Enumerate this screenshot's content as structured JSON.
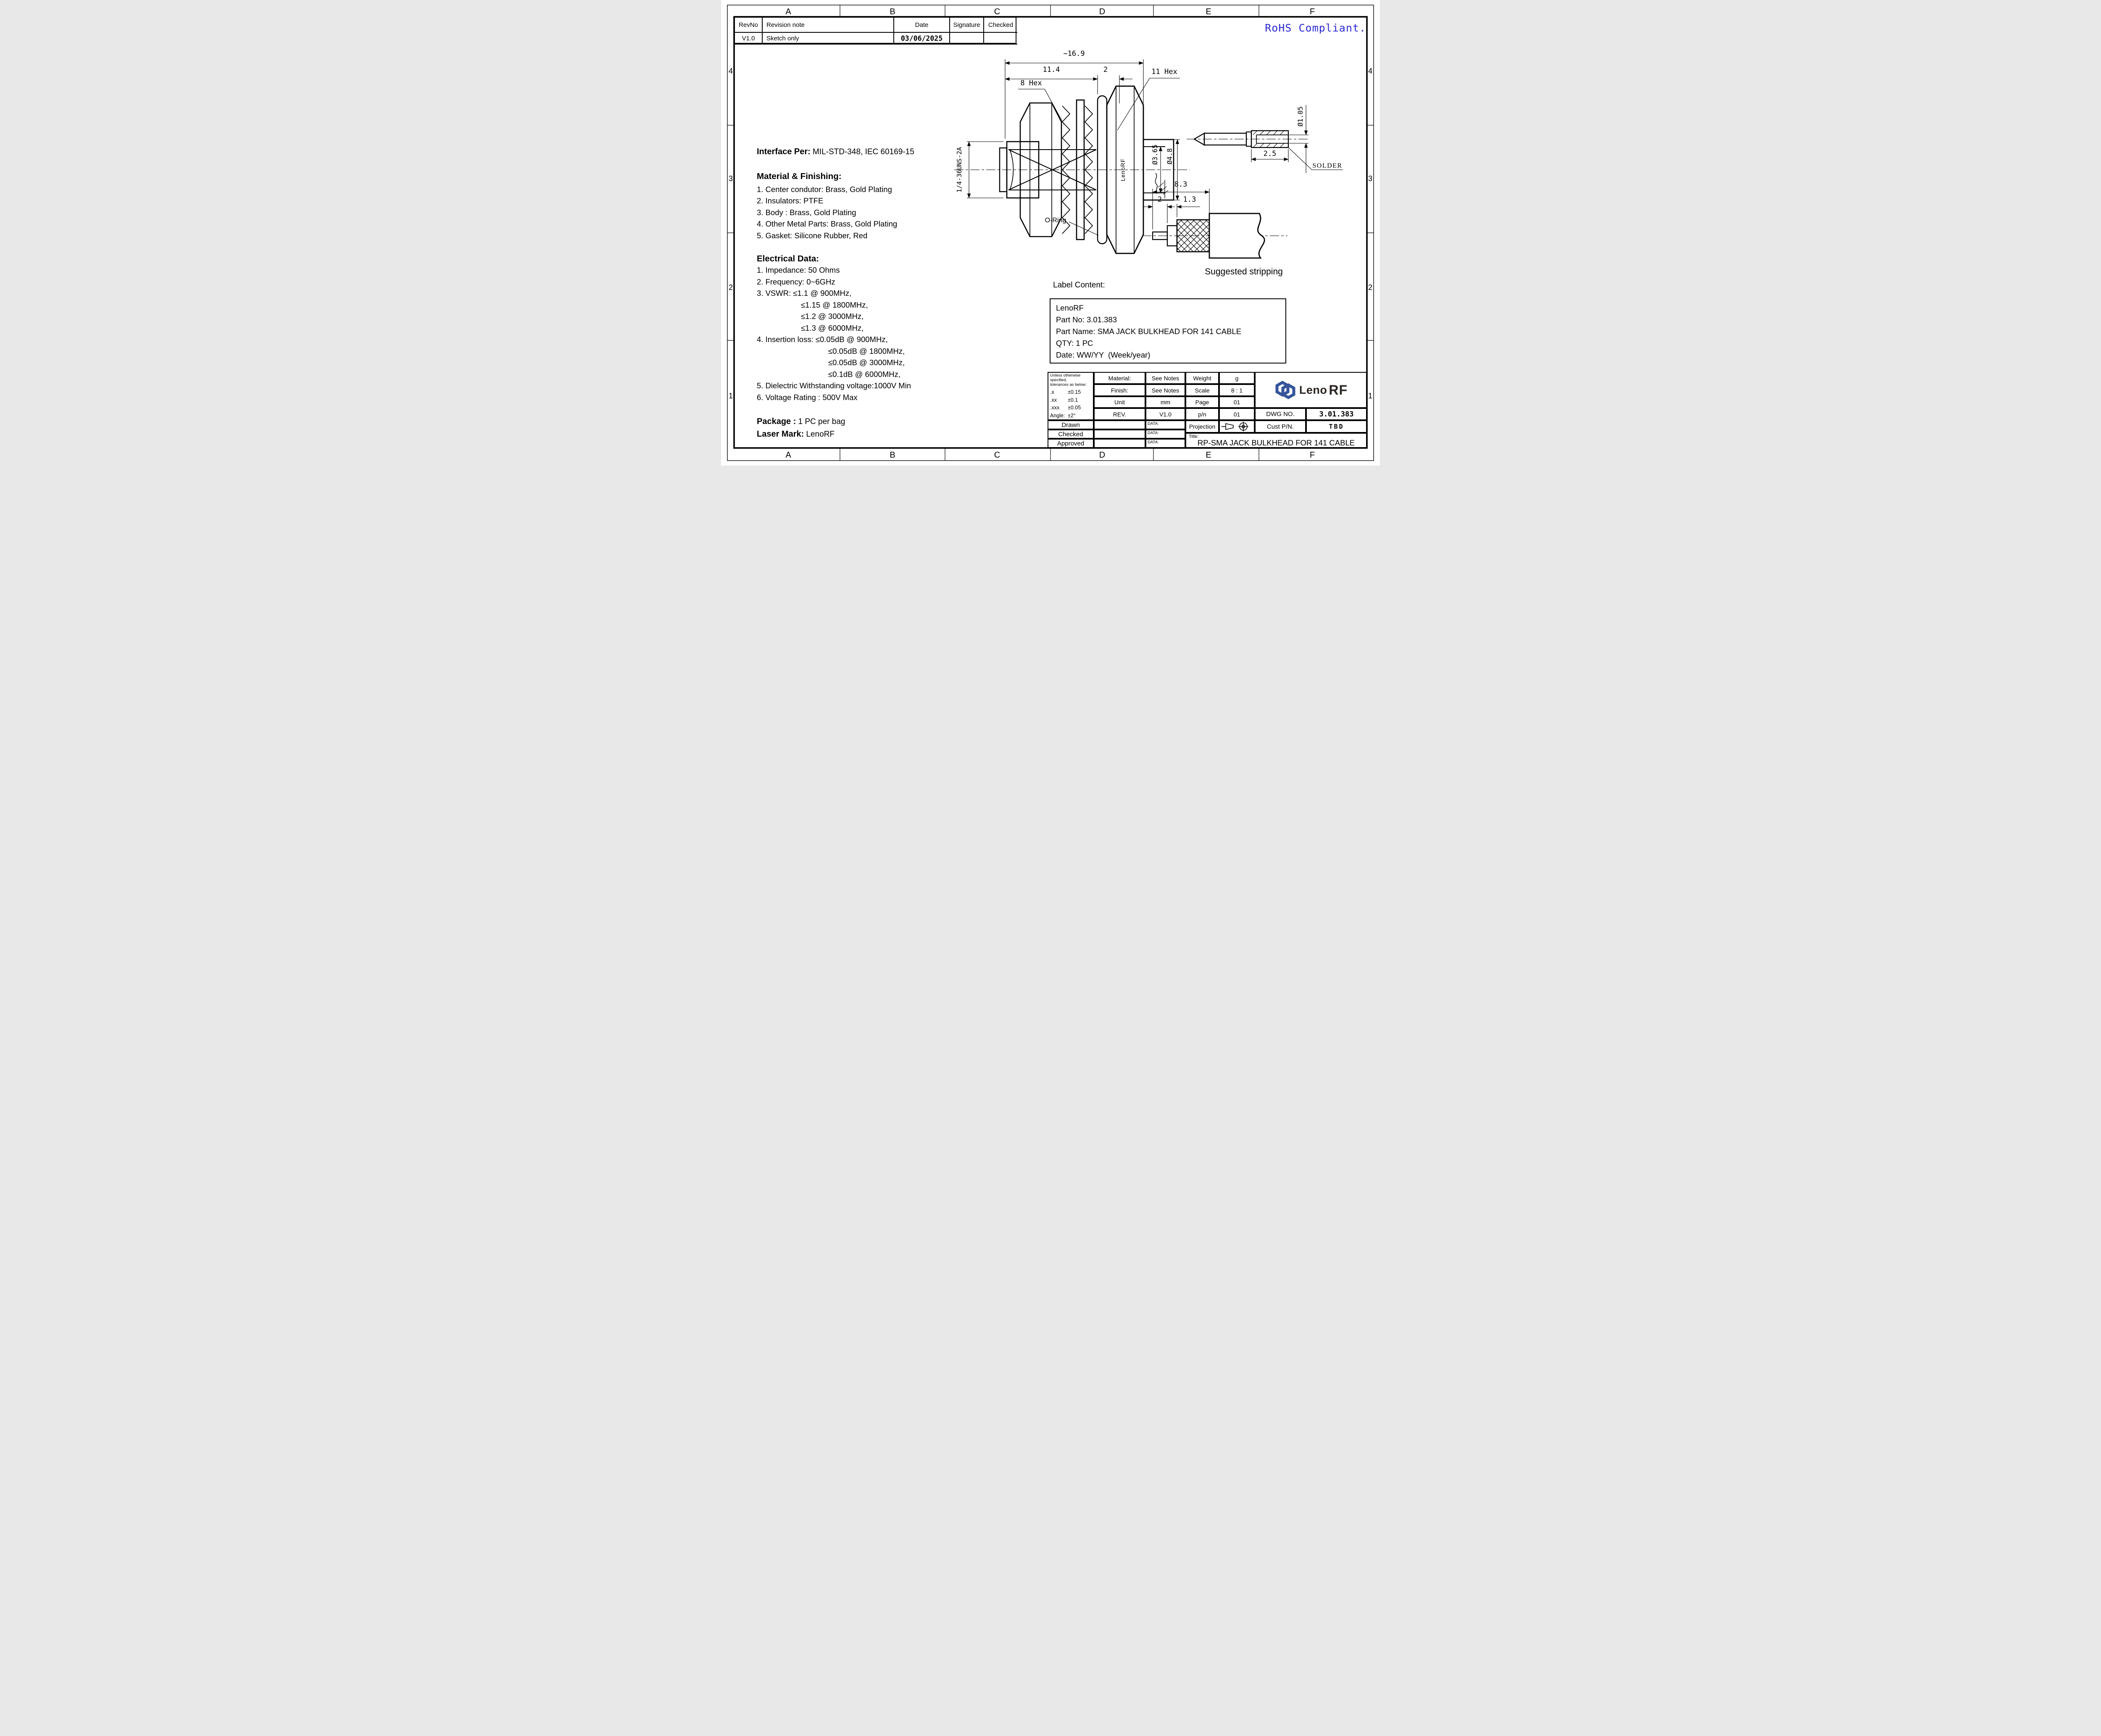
{
  "zones": {
    "cols": [
      "A",
      "B",
      "C",
      "D",
      "E",
      "F"
    ],
    "rows": [
      "4",
      "3",
      "2",
      "1"
    ]
  },
  "rohs": "RoHS Compliant.",
  "revision_table": {
    "headers": {
      "rev_no": "RevNo",
      "note": "Revision note",
      "date": "Date",
      "signature": "Signature",
      "checked": "Checked"
    },
    "row": {
      "rev_no": "V1.0",
      "note": "Sketch only",
      "date": "03/06/2025",
      "signature": "",
      "checked": ""
    }
  },
  "notes": {
    "interface_label": "Interface Per:",
    "interface_value": "MIL-STD-348, IEC 60169-15",
    "material_heading": "Material & Finishing:",
    "material_items": [
      "1. Center condutor: Brass, Gold Plating",
      "2. Insulators: PTFE",
      "3. Body : Brass, Gold Plating",
      "4. Other Metal Parts: Brass, Gold Plating",
      "5. Gasket: Silicone Rubber, Red"
    ],
    "electrical_heading": "Electrical Data:",
    "electrical_items": [
      "1. Impedance: 50 Ohms",
      "2. Frequency: 0~6GHz",
      "3. VSWR: ≤1.1 @ 900MHz,",
      "≤1.15 @ 1800MHz,",
      "≤1.2 @ 3000MHz,",
      "≤1.3 @ 6000MHz,",
      "4. Insertion loss: ≤0.05dB @ 900MHz,",
      "≤0.05dB @ 1800MHz,",
      "≤0.05dB @ 3000MHz,",
      "≤0.1dB @ 6000MHz,",
      "5. Dielectric Withstanding voltage:1000V Min",
      "6. Voltage Rating : 500V Max"
    ],
    "package_label": "Package :",
    "package_value": "1 PC per bag",
    "laser_label": "Laser Mark:",
    "laser_value": "LenoRF"
  },
  "label_content": {
    "heading": "Label Content:",
    "lines": [
      "LenoRF",
      "Part No: 3.01.383",
      "Part Name: SMA JACK BULKHEAD FOR 141 CABLE",
      "QTY: 1 PC",
      "Date: WW/YY  (Week/year)"
    ]
  },
  "drawing": {
    "dim_overall": "~16.9",
    "dim_body": "11.4",
    "dim_flange": "2",
    "hex_small": "8 Hex",
    "hex_large": "11 Hex",
    "thread": "1/4-36UNS-2A",
    "dia_inner": "Ø3.65",
    "dia_outer": "Ø4.8",
    "oring": "O-Ring",
    "brand_mark": "LenoRF"
  },
  "pin": {
    "dia": "Ø1.05",
    "depth": "2.5",
    "solder": "SOLDER"
  },
  "stripping": {
    "total": "8.3",
    "tip": "2",
    "dielectric": "1.3",
    "caption": "Suggested stripping"
  },
  "title_block": {
    "tol_line1": "Unless otherwise specified,",
    "tol_line2": "tolerances as below:",
    "tols": [
      {
        "k": ".x",
        "v": "±0.15"
      },
      {
        "k": ".xx",
        "v": "±0.1"
      },
      {
        "k": ".xxx",
        "v": "±0.05"
      },
      {
        "k": "Angle:",
        "v": "±2°"
      }
    ],
    "material_label": "Material:",
    "material_value": "See Notes",
    "weight_label": "Weight",
    "weight_value": "g",
    "finish_label": "Finish:",
    "finish_value": "See Notes",
    "scale_label": "Scale",
    "scale_value": "8 : 1",
    "unit_label": "Unit",
    "unit_value": "mm",
    "page_label": "Page",
    "page_value": "01",
    "rev_label": "REV.",
    "rev_value": "V1.0",
    "pn_label": "p/n",
    "pn_value": "01",
    "drawn_label": "Drawn",
    "checked_label": "Checked",
    "approved_label": "Approved",
    "data_label": "DATA:",
    "projection_label": "Projection",
    "title_label": "Title:",
    "title_value": "RP-SMA JACK BULKHEAD FOR 141 CABLE",
    "dwg_label": "DWG NO.",
    "dwg_value": "3.01.383",
    "cust_label": "Cust P/N.",
    "cust_value": "TBD",
    "logo_leno": "Leno",
    "logo_rf": "RF"
  },
  "colors": {
    "accent_blue": "#2a2ad4",
    "logo_blue": "#35549b",
    "ink": "#000000"
  }
}
